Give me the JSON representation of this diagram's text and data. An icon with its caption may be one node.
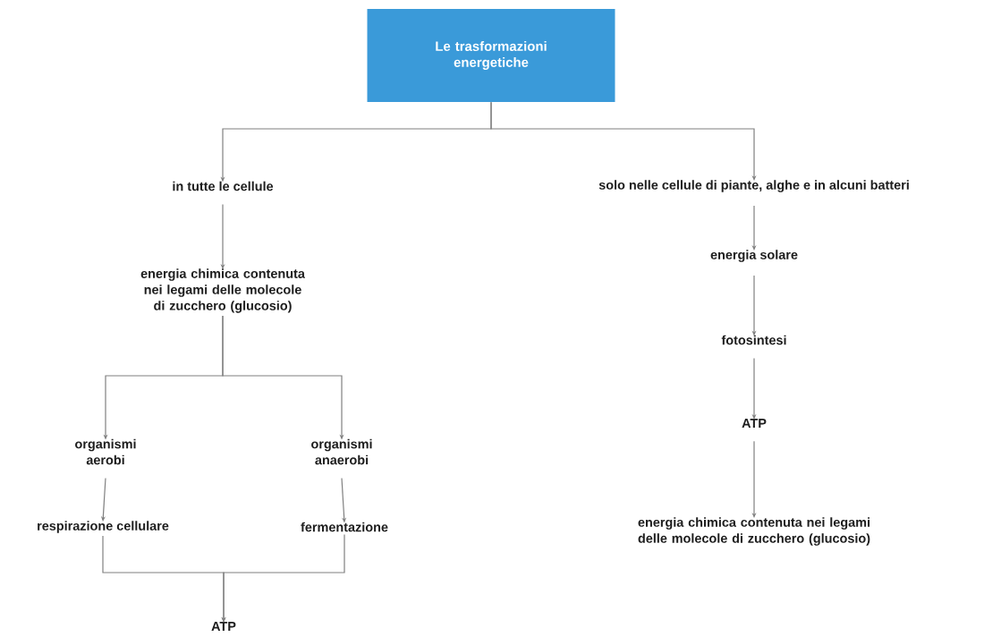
{
  "diagram": {
    "title": "Le trasformazioni energetiche",
    "nodes": [
      {
        "text": [
          "in tutte le cellule"
        ]
      },
      {
        "text": [
          "solo nelle cellule di piante, alghe e in alcuni batteri"
        ]
      },
      {
        "text": [
          "energia chimica contenuta nei legami delle molecole di zucchero (glucosio)"
        ]
      },
      {
        "text": [
          "organismi aerobi"
        ]
      },
      {
        "text": [
          "organismi anaerobi"
        ]
      },
      {
        "text": [
          "respirazione cellulare"
        ]
      },
      {
        "text": [
          "fermentazione"
        ]
      },
      {
        "text": [
          "ATP"
        ]
      },
      {
        "text": [
          "energia solare"
        ]
      },
      {
        "text": [
          "fotosintesi"
        ]
      },
      {
        "text": [
          "ATP"
        ]
      },
      {
        "text": [
          "energia chimica contenuta nei legami delle molecole di zucchero (glucosio)"
        ]
      }
    ],
    "edges": [
      {
        "from": null,
        "to": 0,
        "arrow": "to"
      },
      {
        "from": null,
        "to": 1,
        "arrow": "to"
      },
      {
        "from": 0,
        "to": 2,
        "arrow": "to"
      },
      {
        "from": 2,
        "to": 3,
        "arrow": "to"
      },
      {
        "from": 2,
        "to": 4,
        "arrow": "to"
      },
      {
        "from": 3,
        "to": 5,
        "arrow": "to"
      },
      {
        "from": 4,
        "to": 6,
        "arrow": "to"
      },
      {
        "from": 5,
        "to": 7,
        "arrow": "to"
      },
      {
        "from": 6,
        "to": 7,
        "arrow": "to"
      },
      {
        "from": 1,
        "to": 8,
        "arrow": "to"
      },
      {
        "from": 8,
        "to": 9,
        "arrow": "to"
      },
      {
        "from": 9,
        "to": 10,
        "arrow": "to"
      },
      {
        "from": 10,
        "to": 11,
        "arrow": "to"
      }
    ]
  }
}
